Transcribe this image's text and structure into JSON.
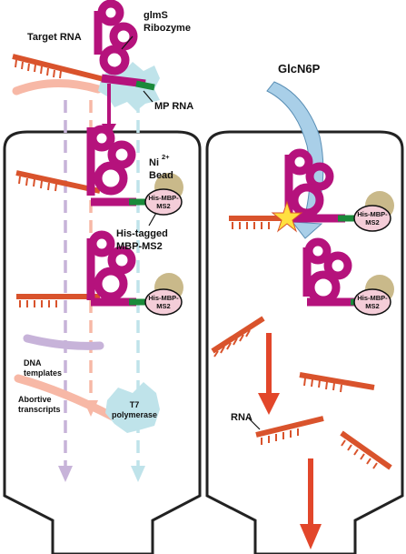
{
  "labels": {
    "target_rna": "Target RNA",
    "glms_line1": "glmS",
    "glms_line2": "Ribozyme",
    "mp_rna": "MP RNA",
    "glcn6p": "GlcN6P",
    "ni_line1": "Ni",
    "ni_sup": "2+",
    "ni_line2": "Bead",
    "his_tagged_line1": "His-tagged",
    "his_tagged_line2": "MBP-MS2",
    "his_mbp_line1": "His-MBP-",
    "his_mbp_line2": "MS2",
    "dna_line1": "DNA",
    "dna_line2": "templates",
    "abortive_line1": "Abortive",
    "abortive_line2": "transcripts",
    "t7_line1": "T7",
    "t7_line2": "polymerase",
    "rna": "RNA"
  },
  "colors": {
    "ribozyme": "#b5127c",
    "target_rna": "#d9532c",
    "mp_rna": "#1a8a3a",
    "bead": "#c9b98a",
    "mbp_ms2": "#f4cdd8",
    "arrow_red": "#e2462a",
    "glcn6p_band": "#a9cfe8",
    "dna_template": "#c7b3d9",
    "abortive": "#f7b8a6",
    "t7": "#bfe3ea",
    "column": "#222222"
  }
}
